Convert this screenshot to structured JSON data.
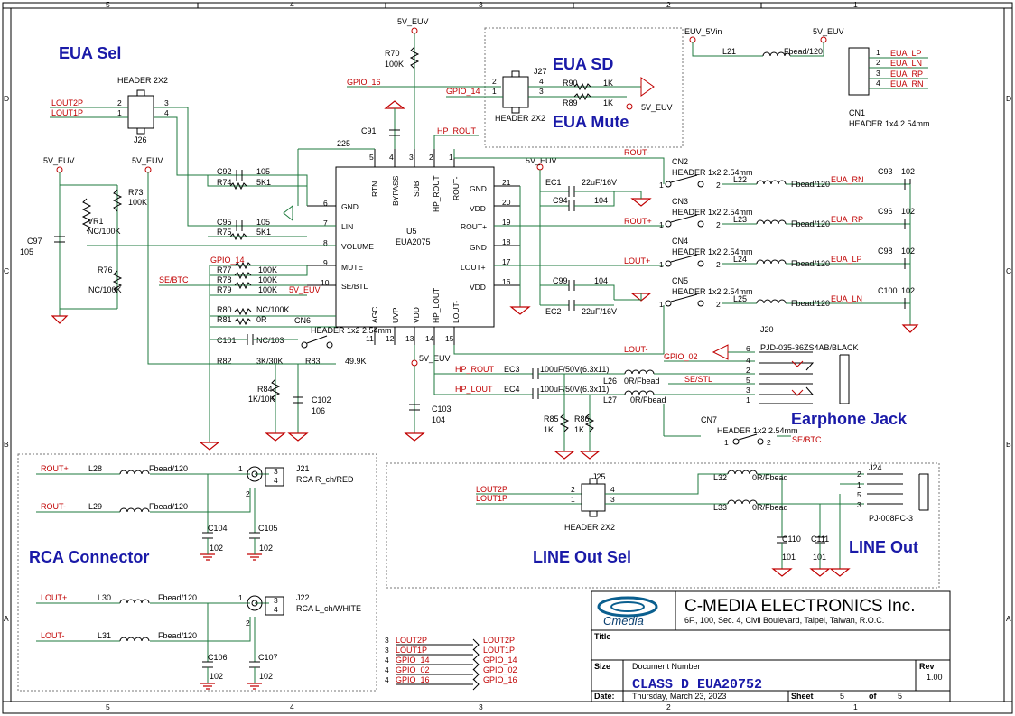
{
  "zones": {
    "cols": [
      "5",
      "4",
      "3",
      "2",
      "1"
    ],
    "rows": [
      "D",
      "C",
      "B",
      "A"
    ]
  },
  "sections": {
    "eua_sel": "EUA Sel",
    "eua_sd": "EUA SD",
    "eua_mute": "EUA Mute",
    "earphone_jack": "Earphone Jack",
    "rca_connector": "RCA Connector",
    "line_out_sel": "LINE Out Sel",
    "line_out": "LINE Out"
  },
  "rails": {
    "v5euv": "5V_EUV",
    "euv_5vin": "EUV_5Vin"
  },
  "nets": {
    "lout2p": "LOUT2P",
    "lout1p": "LOUT1P",
    "gpio16": "GPIO_16",
    "gpio14": "GPIO_14",
    "gpio02": "GPIO_02",
    "se_btc": "SE/BTC",
    "se_stl": "SE/STL",
    "hp_rout": "HP_ROUT",
    "hp_lout": "HP_LOUT",
    "rout_n": "ROUT-",
    "rout_p": "ROUT+",
    "lout_p": "LOUT+",
    "lout_n": "LOUT-",
    "eua_lp": "EUA_LP",
    "eua_ln": "EUA_LN",
    "eua_rp": "EUA_RP",
    "eua_rn": "EUA_RN"
  },
  "u5": {
    "ref": "U5",
    "part": "EUA2075",
    "pins": {
      "gnd": "GND",
      "lin": "LIN",
      "volume": "VOLUME",
      "mute": "MUTE",
      "sebtl": "SE/BTL",
      "vdd": "VDD",
      "rout_p": "ROUT+",
      "lout_p": "LOUT+",
      "rtn": "RTN",
      "bypass": "BYPASS",
      "sdb": "SDB",
      "hp_rout": "HP_ROUT",
      "rout_n": "ROUT-",
      "agc": "AGC",
      "uvp": "UVP",
      "hp_lout": "HP_LOUT",
      "lout_n": "LOUT-"
    },
    "pinnum": {
      "p1": "1",
      "p2": "2",
      "p3": "3",
      "p4": "4",
      "p5": "5",
      "p6": "6",
      "p7": "7",
      "p8": "8",
      "p9": "9",
      "p10": "10",
      "p11": "11",
      "p12": "12",
      "p13": "13",
      "p14": "14",
      "p15": "15",
      "p16": "16",
      "p17": "17",
      "p18": "18",
      "p19": "19",
      "p20": "20",
      "p21": "21"
    }
  },
  "j26": {
    "ref": "J26",
    "label": "HEADER 2X2"
  },
  "j27": {
    "ref": "J27",
    "label": "HEADER 2X2"
  },
  "j25": {
    "ref": "J25",
    "label": "HEADER 2X2"
  },
  "cn1": {
    "ref": "CN1",
    "label": "HEADER 1x4 2.54mm"
  },
  "j20": {
    "ref": "J20",
    "part": "PJD-035-36ZS4AB/BLACK"
  },
  "j24": {
    "ref": "J24",
    "part": "PJ-008PC-3"
  },
  "comps": {
    "c92": "C92",
    "c92v": "105",
    "r74": "R74",
    "r74v": "5K1",
    "c95": "C95",
    "c95v": "105",
    "r75": "R75",
    "r75v": "5K1",
    "c_225": "225",
    "r73": "R73",
    "r73v": "100K",
    "vr1": "VR1",
    "vr1v": "NC/100K",
    "r76": "R76",
    "r76v": "NC/100K",
    "c97": "C97",
    "c97v": "105",
    "r77": "R77",
    "r77v": "100K",
    "r78": "R78",
    "r78v": "100K",
    "r79": "R79",
    "r79v": "100K",
    "r80": "R80",
    "r80v": "NC/100K",
    "r81": "R81",
    "r81v": "0R",
    "c101": "C101",
    "c101v": "NC/103",
    "r82": "R82",
    "r82v": "3K/30K",
    "r83": "R83",
    "r83v": "49.9K",
    "cn6": "CN6",
    "cn6v": "HEADER 1x2 2.54mm",
    "r84": "R84",
    "r84v": "1K/10K",
    "c102": "C102",
    "c102v": "106",
    "r70": "R70",
    "r70v": "100K",
    "c91": "C91",
    "r90": "R90",
    "r90v": "1K",
    "r89": "R89",
    "r89v": "1K",
    "l21": "L21",
    "l21v": "Fbead/120",
    "ec1": "EC1",
    "ec1v": "22uF/16V",
    "c94": "C94",
    "c94v": "104",
    "c99": "C99",
    "c99v": "104",
    "ec2": "EC2",
    "ec2v": "22uF/16V",
    "c103": "C103",
    "c103v": "104",
    "ec3": "EC3",
    "ec3v": "100uF/50V(6.3x11)",
    "ec4": "EC4",
    "ec4v": "100uF/50V(6.3x11)",
    "l26": "L26",
    "l26v": "0R/Fbead",
    "l27": "L27",
    "l27v": "0R/Fbead",
    "r85": "R85",
    "r85v": "1K",
    "r86": "R86",
    "r86v": "1K",
    "cn7": "CN7",
    "cn7v": "HEADER 1x2 2.54mm",
    "l32": "L32",
    "l32v": "0R/Fbead",
    "l33": "L33",
    "l33v": "0R/Fbead",
    "c110": "C110",
    "c110v": "101",
    "c111": "C111",
    "c111v": "101"
  },
  "cn_rows": [
    {
      "ref": "CN2",
      "label": "HEADER 1x2 2.54mm",
      "l": "L22",
      "lv": "Fbead/120",
      "net": "EUA_RN",
      "c": "C93",
      "cv": "102"
    },
    {
      "ref": "CN3",
      "label": "HEADER 1x2 2.54mm",
      "l": "L23",
      "lv": "Fbead/120",
      "net": "EUA_RP",
      "c": "C96",
      "cv": "102"
    },
    {
      "ref": "CN4",
      "label": "HEADER 1x2 2.54mm",
      "l": "L24",
      "lv": "Fbead/120",
      "net": "EUA_LP",
      "c": "C98",
      "cv": "102"
    },
    {
      "ref": "CN5",
      "label": "HEADER 1x2 2.54mm",
      "l": "L25",
      "lv": "Fbead/120",
      "net": "EUA_LN",
      "c": "C100",
      "cv": "102"
    }
  ],
  "rca": [
    {
      "net_p": "ROUT+",
      "net_n": "ROUT-",
      "l1": "L28",
      "l1v": "Fbead/120",
      "l2": "L29",
      "l2v": "Fbead/120",
      "ref": "J21",
      "label": "RCA R_ch/RED",
      "c1": "C104",
      "c2": "C105",
      "cv": "102"
    },
    {
      "net_p": "LOUT+",
      "net_n": "LOUT-",
      "l1": "L30",
      "l1v": "Fbead/120",
      "l2": "L31",
      "l2v": "Fbead/120",
      "ref": "J22",
      "label": "RCA L_ch/WHITE",
      "c1": "C106",
      "c2": "C107",
      "cv": "102"
    }
  ],
  "offpage": [
    {
      "sheet": "3",
      "net": "LOUT2P"
    },
    {
      "sheet": "3",
      "net": "LOUT1P"
    },
    {
      "sheet": "4",
      "net": "GPIO_14"
    },
    {
      "sheet": "4",
      "net": "GPIO_02"
    },
    {
      "sheet": "4",
      "net": "GPIO_16"
    }
  ],
  "title_block": {
    "logo": "Cmedia",
    "company": "C-MEDIA ELECTRONICS Inc.",
    "address": "6F., 100, Sec. 4, Civil Boulevard, Taipei, Taiwan, R.O.C.",
    "title_label": "Title",
    "size_label": "Size",
    "docnum_label": "Document Number",
    "docnum": "CLASS D EUA20752",
    "rev_label": "Rev",
    "rev": "1.00",
    "date_label": "Date:",
    "date": "Thursday, March 23, 2023",
    "sheet_label": "Sheet",
    "sheet_num": "5",
    "of_label": "of",
    "sheet_total": "5"
  }
}
